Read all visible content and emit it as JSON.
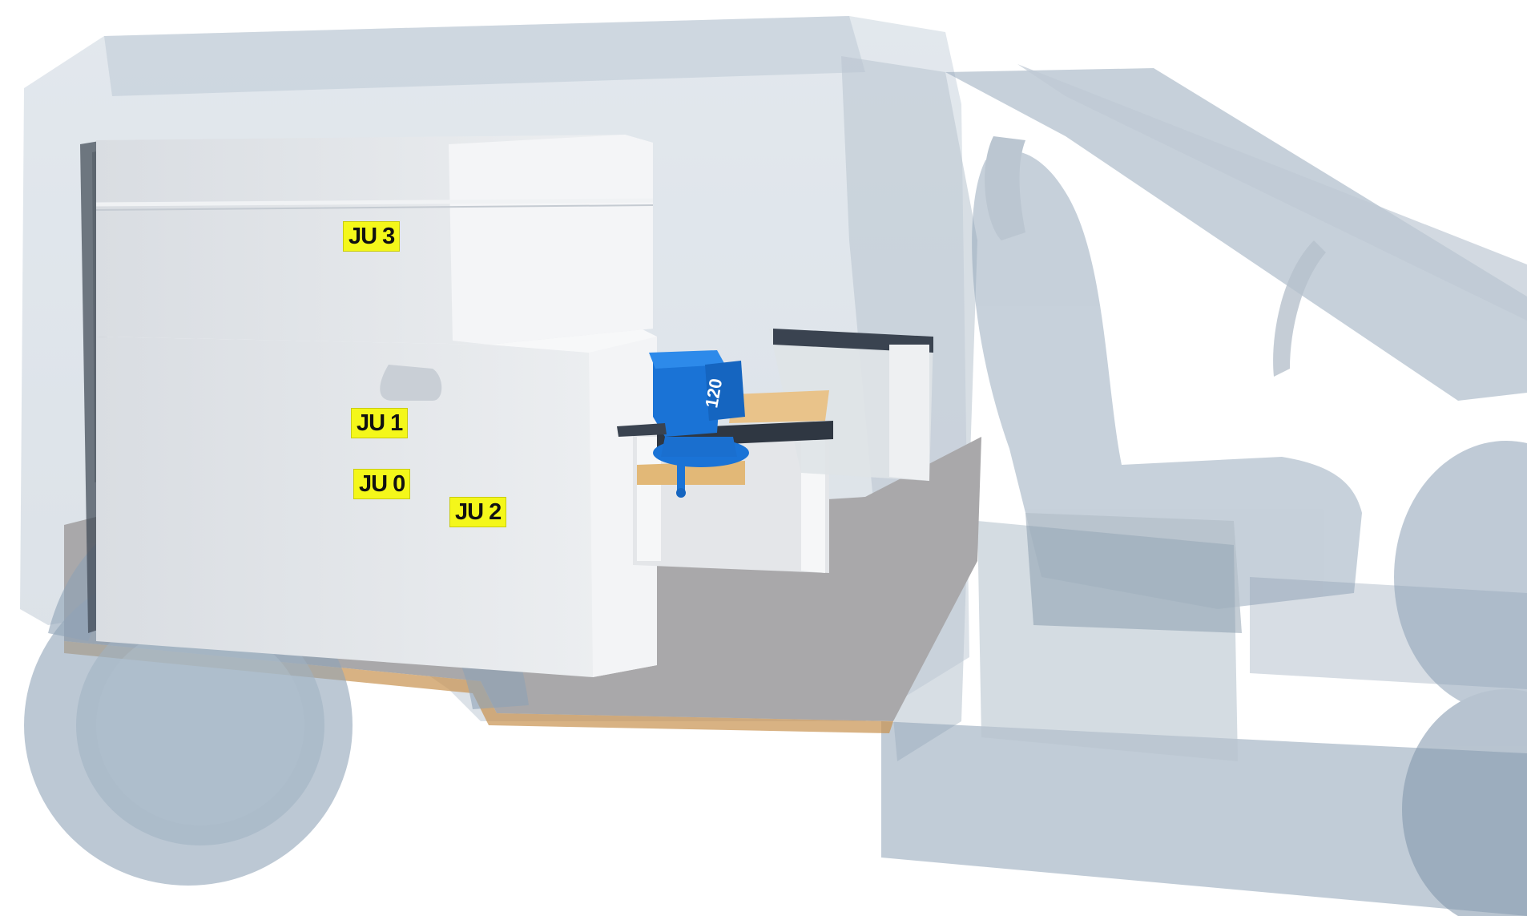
{
  "labels": {
    "ju3": "JU 3",
    "ju1": "JU 1",
    "ju0": "JU 0",
    "ju2": "JU 2"
  },
  "vise": {
    "size_marking": "120",
    "color": "#1a73d6"
  },
  "colors": {
    "label_background": "#f4f71a",
    "van_glass": "#8fa4b8",
    "cabinet": "#e8ebee",
    "worktop_wood": "#e2b877"
  }
}
